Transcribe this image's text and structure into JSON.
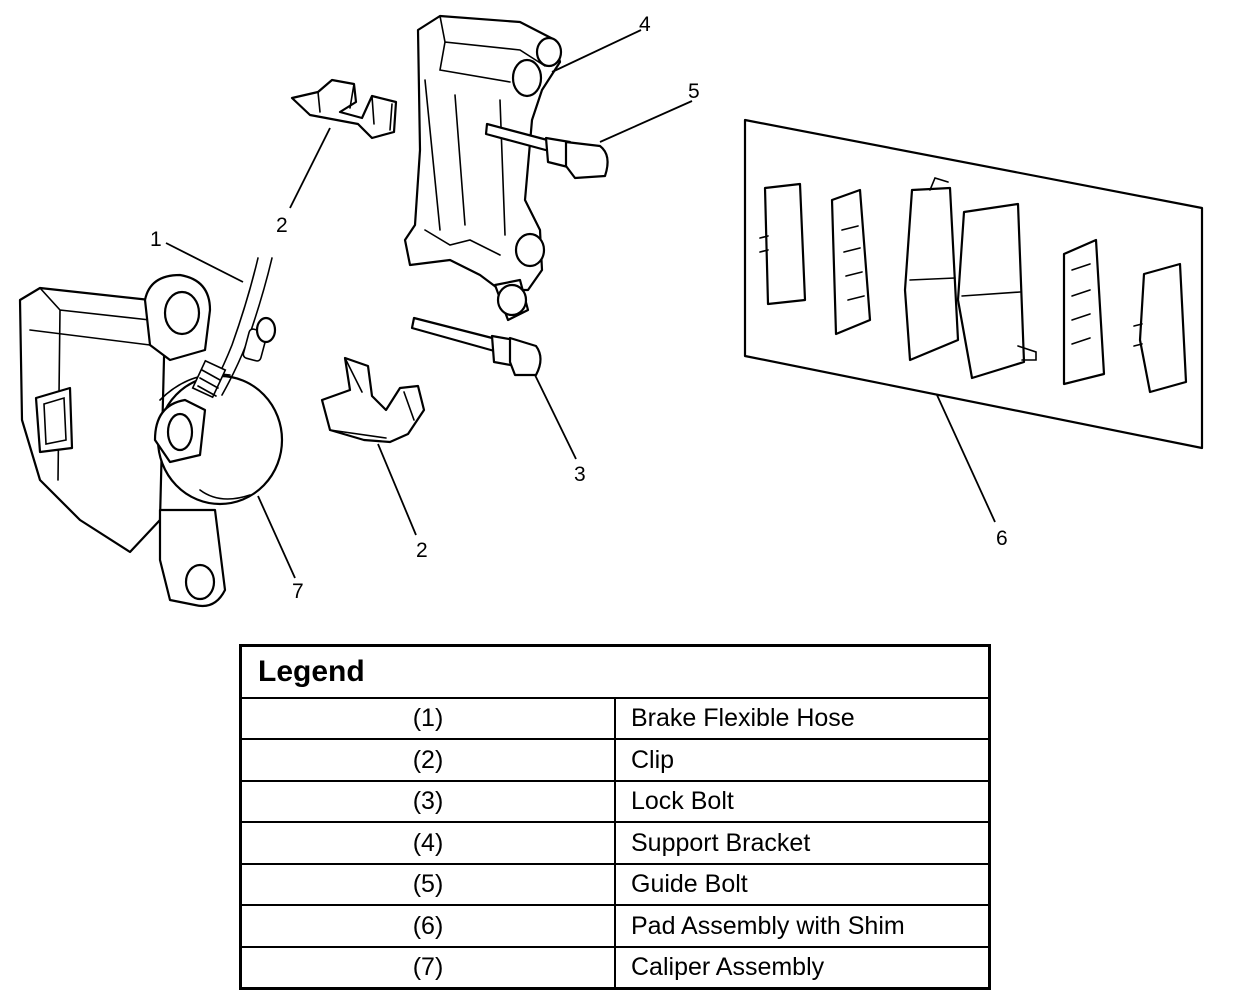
{
  "callouts": {
    "c1": "1",
    "c2a": "2",
    "c2b": "2",
    "c3": "3",
    "c4": "4",
    "c5": "5",
    "c6": "6",
    "c7": "7"
  },
  "legend": {
    "title": "Legend",
    "rows": [
      {
        "num": "(1)",
        "desc": "Brake Flexible Hose"
      },
      {
        "num": "(2)",
        "desc": "Clip"
      },
      {
        "num": "(3)",
        "desc": "Lock Bolt"
      },
      {
        "num": "(4)",
        "desc": "Support Bracket"
      },
      {
        "num": "(5)",
        "desc": "Guide Bolt"
      },
      {
        "num": "(6)",
        "desc": "Pad Assembly with Shim"
      },
      {
        "num": "(7)",
        "desc": "Caliper Assembly"
      }
    ]
  }
}
